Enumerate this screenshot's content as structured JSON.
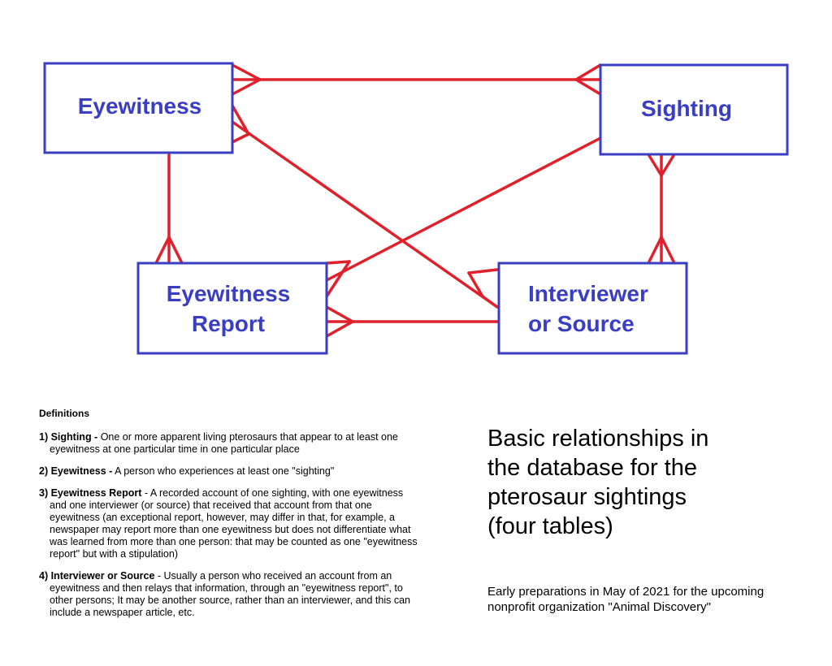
{
  "colors": {
    "entity_border": "#3a3ec2",
    "entity_text": "#3a3ec2",
    "relationship_line": "#e0202a"
  },
  "entities": {
    "eyewitness": "Eyewitness",
    "sighting": "Sighting",
    "eyewitness_report": [
      "Eyewitness",
      "Report"
    ],
    "interviewer": [
      "Interviewer",
      "or Source"
    ]
  },
  "definitions": {
    "heading": "Definitions",
    "items": [
      {
        "term": "1) Sighting -",
        "text": " One or more apparent living pterosaurs that appear to at least one eyewitness at one particular time in one particular place"
      },
      {
        "term": "2) Eyewitness -",
        "text": " A person who experiences at least one \"sighting\""
      },
      {
        "term": "3) Eyewitness Report",
        "text": " - A recorded account of one sighting, with one eyewitness and one interviewer (or source) that received that account from that one eyewitness (an exceptional report, however, may differ in that, for example, a newspaper may report more than one eyewitness but does not differentiate what was learned from more than one person: that may be counted as one \"eyewitness report\" but with a stipulation)"
      },
      {
        "term": "4) Interviewer or Source",
        "text": " - Usually a person who received an account from an eyewitness and then relays that information, through an \"eyewitness report\", to other persons; It may be another source, rather than an interviewer, and this can include a newspaper article, etc."
      }
    ]
  },
  "caption": [
    "Basic relationships in",
    "the database for the",
    "pterosaur sightings",
    "(four tables)"
  ],
  "footnote": [
    "Early preparations in May of 2021 for the upcoming",
    "nonprofit organization \"Animal Discovery\""
  ]
}
